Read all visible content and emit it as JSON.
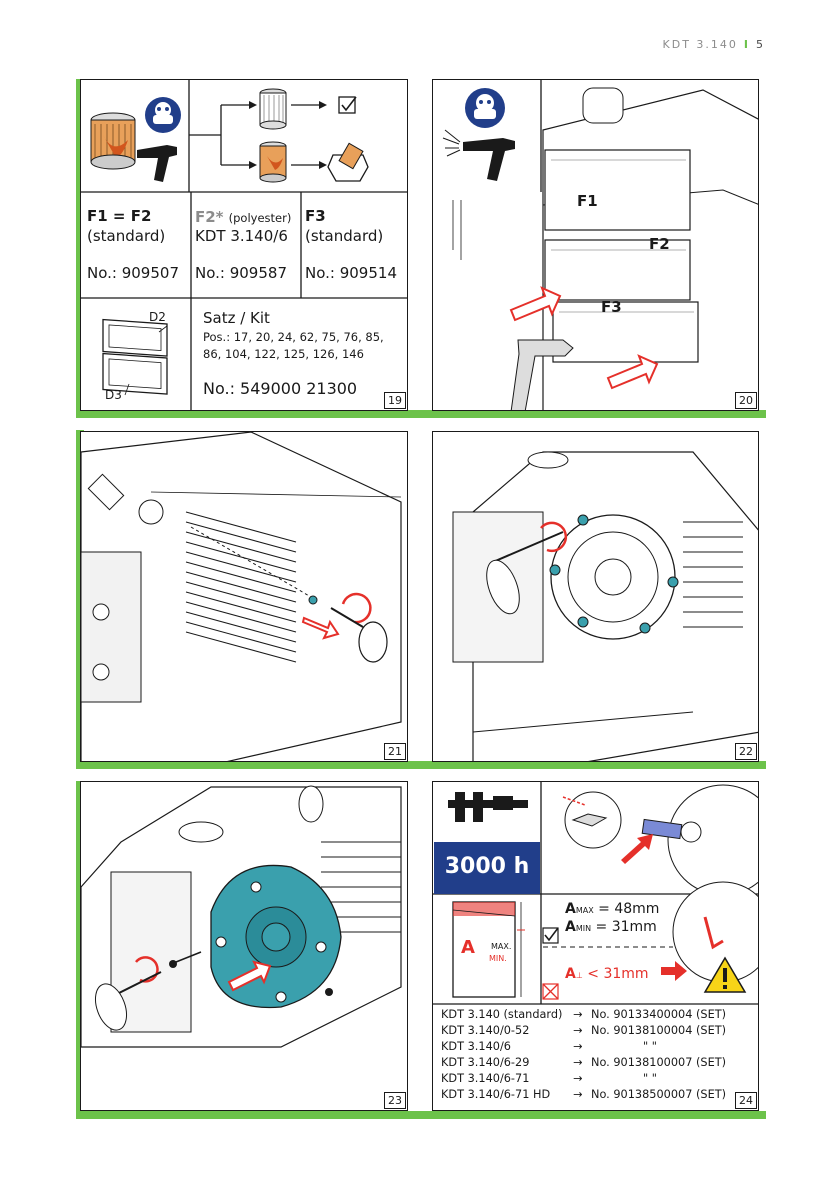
{
  "header": {
    "doc": "KDT 3.140",
    "separator": "I",
    "page": "5"
  },
  "panel19": {
    "number": "19",
    "f1_title": "F1 = F2",
    "f1_sub": "(standard)",
    "f1_no": "No.: 909507",
    "f2_title": "F2*",
    "f2_note": "(polyester)",
    "f2_sub": "KDT 3.140/6",
    "f2_no": "No.: 909587",
    "f3_title": "F3",
    "f3_sub": "(standard)",
    "f3_no": "No.: 909514",
    "d2": "D2",
    "d3": "D3",
    "kit_title": "Satz / Kit",
    "kit_pos1": "Pos.: 17, 20, 24, 62, 75, 76, 85,",
    "kit_pos2": "86, 104, 122, 125, 126, 146",
    "kit_no": "No.: 549000 21300"
  },
  "panel20": {
    "number": "20",
    "f1": "F1",
    "f2": "F2",
    "f3": "F3"
  },
  "panel21": {
    "number": "21"
  },
  "panel22": {
    "number": "22"
  },
  "panel23": {
    "number": "23"
  },
  "panel24": {
    "number": "24",
    "hours": "3000 h",
    "vane_letter": "A",
    "max_label": "MAX.",
    "min_label": "MIN.",
    "amax": "= 48mm",
    "amin": "= 31mm",
    "alimit": "< 31mm",
    "parts": [
      {
        "model": "KDT 3.140 (standard)",
        "arrow": "→",
        "number": "No. 90133400004 (SET)"
      },
      {
        "model": "KDT 3.140/0-52",
        "arrow": "→",
        "number": "No. 90138100004 (SET)"
      },
      {
        "model": "KDT 3.140/6",
        "arrow": "→",
        "number": "\"                    \""
      },
      {
        "model": "KDT 3.140/6-29",
        "arrow": "→",
        "number": "No. 90138100007 (SET)"
      },
      {
        "model": "KDT 3.140/6-71",
        "arrow": "→",
        "number": "\"                    \""
      },
      {
        "model": "KDT 3.140/6-71 HD",
        "arrow": "→",
        "number": "No. 90138500007 (SET)"
      }
    ]
  },
  "colors": {
    "accent_green": "#6cc24a",
    "hours_blue": "#213e8a",
    "warning_red": "#e5302a",
    "teal": "#3aa0ad"
  }
}
